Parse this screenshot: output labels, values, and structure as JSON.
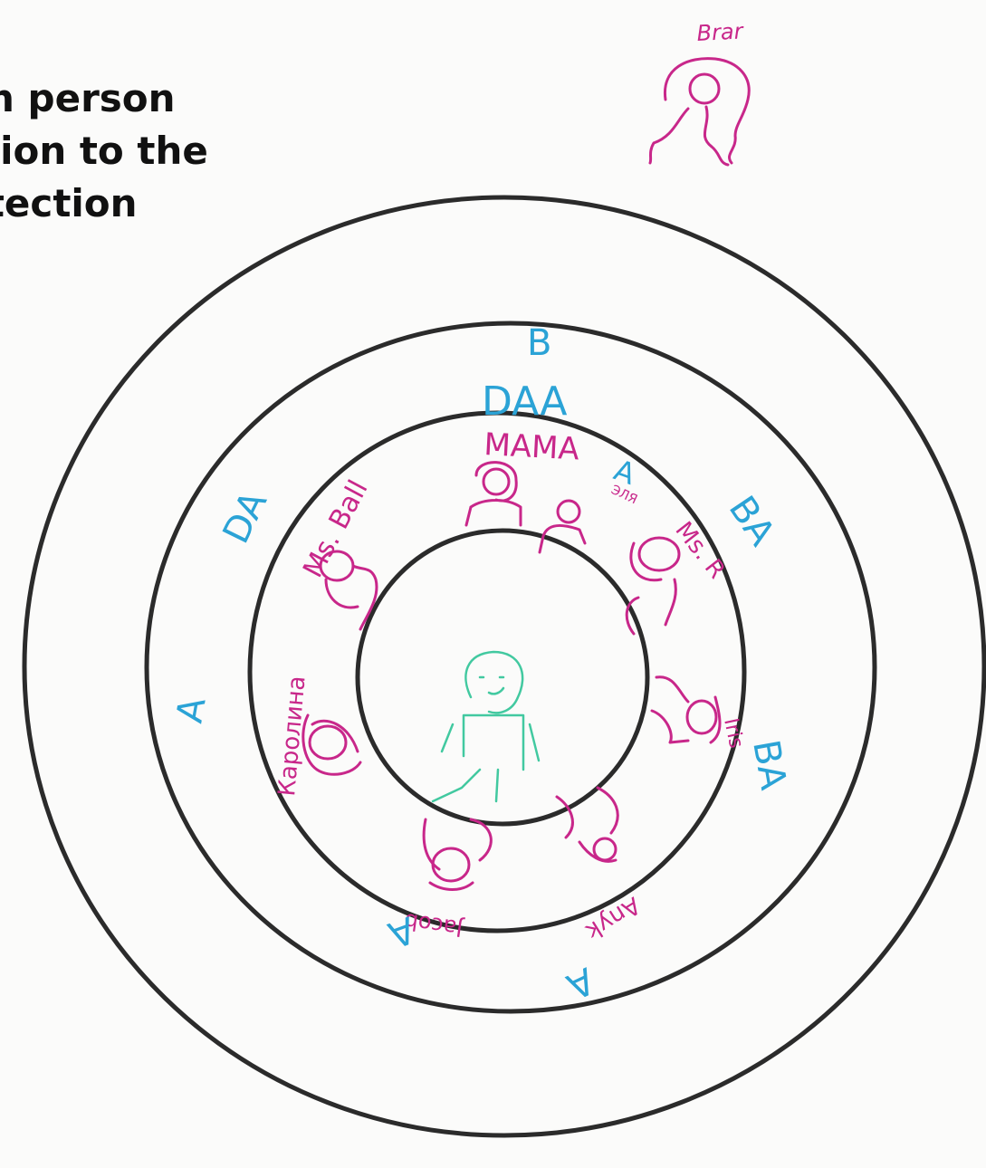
{
  "caption": {
    "line1": "n person",
    "line2": "tion to the",
    "line3": "otection"
  },
  "labels": {
    "outside_person": "Brar",
    "top_b": "B",
    "top_daa": "DAA",
    "mama": "MAMA",
    "mama_a": "A",
    "small_top": "ЭЛЯ",
    "left_da": "DA",
    "ms_ball": "Ms. Ball",
    "right_ba": "BA",
    "ms_r": "Ms. R",
    "left_a": "A",
    "karoline": "Каролина",
    "iris": "Iris",
    "iris_ba": "BA",
    "bottom_left_a": "A",
    "bottom_left_name": "Jacob",
    "bottom_right_a": "A",
    "bottom_right_name": "Anyk"
  },
  "colors": {
    "ring": "#2b2b2b",
    "pink": "#c8278a",
    "blue": "#2ba3d6",
    "green": "#42c9a0"
  }
}
